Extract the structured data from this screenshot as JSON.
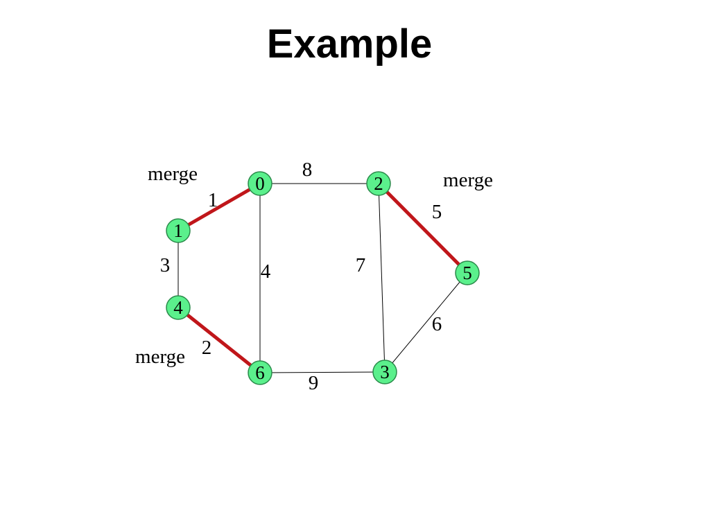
{
  "title": "Example",
  "colors": {
    "node_fill": "#5bf08c",
    "node_stroke": "#2a8a4a",
    "edge": "#000000",
    "merged_edge": "#c0161a"
  },
  "nodes": [
    {
      "id": "0",
      "label": "0"
    },
    {
      "id": "1",
      "label": "1"
    },
    {
      "id": "2",
      "label": "2"
    },
    {
      "id": "3",
      "label": "3"
    },
    {
      "id": "4",
      "label": "4"
    },
    {
      "id": "5",
      "label": "5"
    },
    {
      "id": "6",
      "label": "6"
    }
  ],
  "edges": [
    {
      "from": "0",
      "to": "2",
      "weight": "8",
      "merged": false
    },
    {
      "from": "0",
      "to": "1",
      "weight": "1",
      "merged": true
    },
    {
      "from": "1",
      "to": "4",
      "weight": "3",
      "merged": false
    },
    {
      "from": "0",
      "to": "6",
      "weight": "4",
      "merged": false
    },
    {
      "from": "2",
      "to": "3",
      "weight": "7",
      "merged": false
    },
    {
      "from": "2",
      "to": "5",
      "weight": "5",
      "merged": true
    },
    {
      "from": "5",
      "to": "3",
      "weight": "6",
      "merged": false
    },
    {
      "from": "4",
      "to": "6",
      "weight": "2",
      "merged": true
    },
    {
      "from": "6",
      "to": "3",
      "weight": "9",
      "merged": false
    }
  ],
  "merge_labels": [
    "merge",
    "merge",
    "merge"
  ]
}
